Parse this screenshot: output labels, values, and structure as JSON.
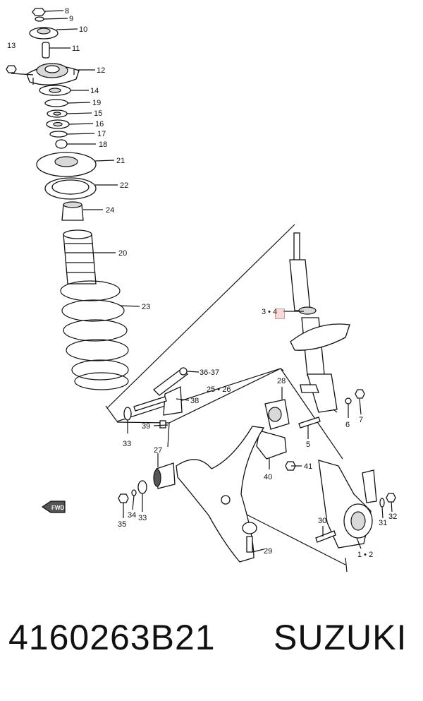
{
  "caption": {
    "part_number": "4160263B21",
    "brand": "SUZUKI"
  },
  "diagram": {
    "direction_label": "FWD",
    "callouts": [
      {
        "id": "c8",
        "text": "8"
      },
      {
        "id": "c9",
        "text": "9"
      },
      {
        "id": "c10",
        "text": "10"
      },
      {
        "id": "c11",
        "text": "11"
      },
      {
        "id": "c12",
        "text": "12"
      },
      {
        "id": "c13",
        "text": "13"
      },
      {
        "id": "c14",
        "text": "14"
      },
      {
        "id": "c19",
        "text": "19"
      },
      {
        "id": "c15",
        "text": "15"
      },
      {
        "id": "c16",
        "text": "16"
      },
      {
        "id": "c17",
        "text": "17"
      },
      {
        "id": "c18",
        "text": "18"
      },
      {
        "id": "c21",
        "text": "21"
      },
      {
        "id": "c22",
        "text": "22"
      },
      {
        "id": "c24",
        "text": "24"
      },
      {
        "id": "c20",
        "text": "20"
      },
      {
        "id": "c23",
        "text": "23"
      },
      {
        "id": "c3-4",
        "text": "3 • 4"
      },
      {
        "id": "c36-37",
        "text": "36-37"
      },
      {
        "id": "c28",
        "text": "28"
      },
      {
        "id": "c25-26",
        "text": "25 • 26"
      },
      {
        "id": "c38",
        "text": "38"
      },
      {
        "id": "c6",
        "text": "6"
      },
      {
        "id": "c7",
        "text": "7"
      },
      {
        "id": "c39",
        "text": "39"
      },
      {
        "id": "c33a",
        "text": "33"
      },
      {
        "id": "c5",
        "text": "5"
      },
      {
        "id": "c27",
        "text": "27"
      },
      {
        "id": "c41",
        "text": "41"
      },
      {
        "id": "c40",
        "text": "40"
      },
      {
        "id": "c34",
        "text": "34"
      },
      {
        "id": "c33b",
        "text": "33"
      },
      {
        "id": "c35",
        "text": "35"
      },
      {
        "id": "c30",
        "text": "30"
      },
      {
        "id": "c31",
        "text": "31"
      },
      {
        "id": "c32",
        "text": "32"
      },
      {
        "id": "c29",
        "text": "29"
      },
      {
        "id": "c1-2",
        "text": "1 • 2"
      }
    ]
  }
}
